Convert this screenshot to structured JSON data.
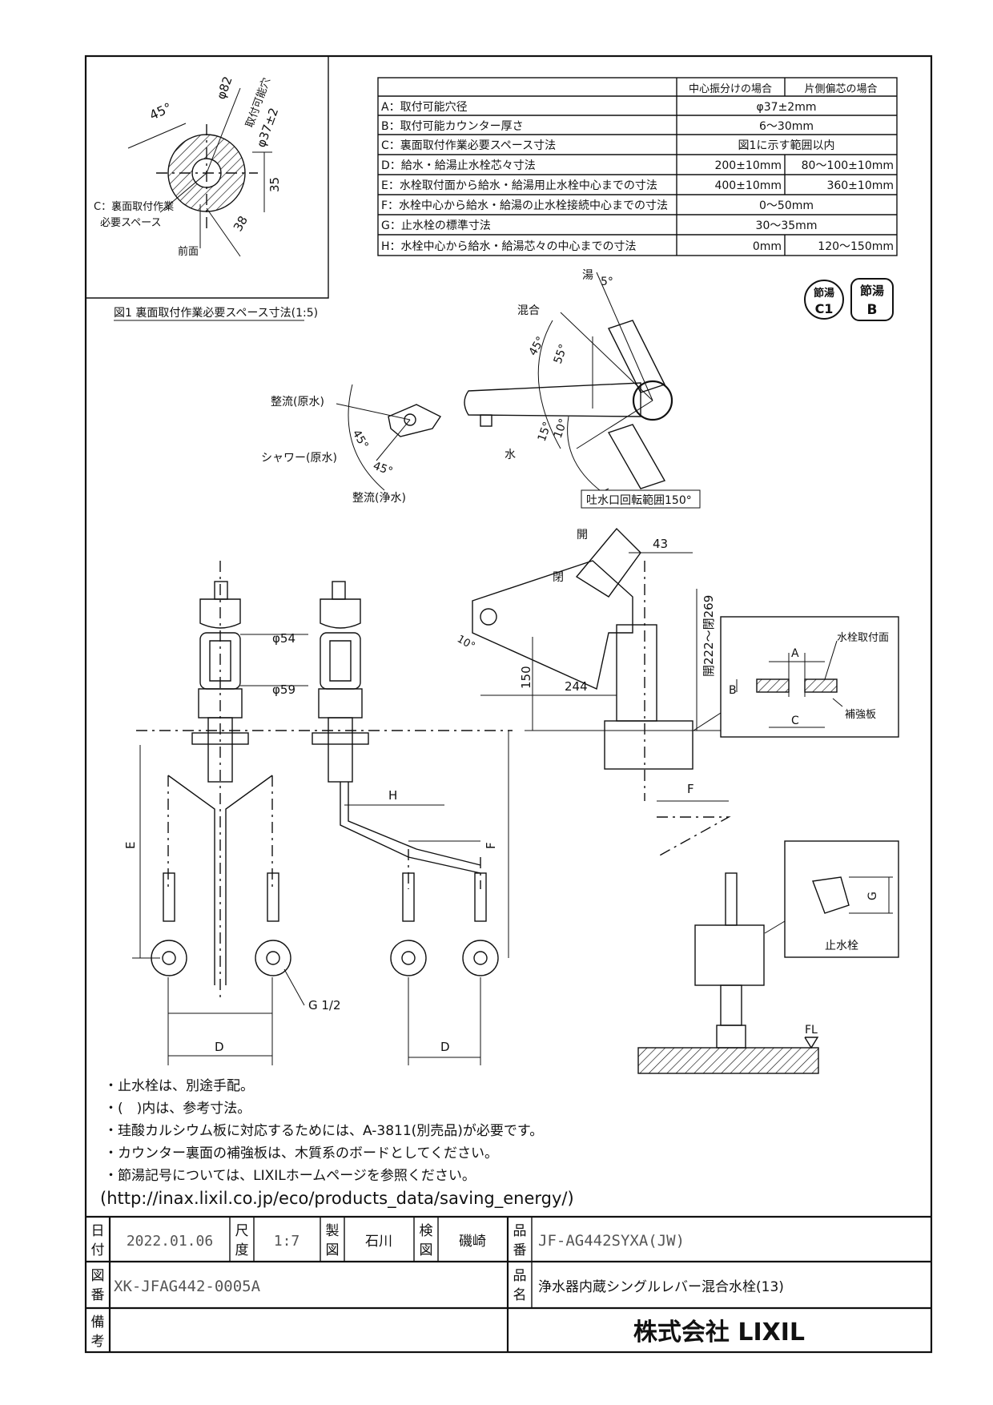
{
  "spec_table": {
    "col_headers": [
      "中心振分けの場合",
      "片側偏芯の場合"
    ],
    "rows": [
      {
        "label": "A：取付可能穴径",
        "center": "φ37±2mm",
        "offset": ""
      },
      {
        "label": "B：取付可能カウンター厚さ",
        "center": "6～30mm",
        "offset": ""
      },
      {
        "label": "C：裏面取付作業必要スペース寸法",
        "center": "図1に示す範囲以内",
        "offset": ""
      },
      {
        "label": "D：給水・給湯止水栓芯々寸法",
        "center": "200±10mm",
        "offset": "80～100±10mm"
      },
      {
        "label": "E：水栓取付面から給水・給湯用止水栓中心までの寸法",
        "center": "400±10mm",
        "offset": "360±10mm"
      },
      {
        "label": "F：水栓中心から給水・給湯の止水栓接続中心までの寸法",
        "center": "0～50mm",
        "offset": ""
      },
      {
        "label": "G：止水栓の標準寸法",
        "center": "30～35mm",
        "offset": ""
      },
      {
        "label": "H：水栓中心から給水・給湯芯々の中心までの寸法",
        "center": "0mm",
        "offset": "120～150mm"
      }
    ]
  },
  "figure1": {
    "caption": "図1 裏面取付作業必要スペース寸法(1:5)",
    "angle": "45°",
    "dia_outer": "φ82",
    "hole_label": "取付可能穴",
    "dia_hole": "φ37±2",
    "dim_35": "35",
    "dim_38": "38",
    "space_label_1": "C：裏面取付作業",
    "space_label_2": "必要スペース",
    "front_label": "前面"
  },
  "badges": [
    {
      "line1": "節湯",
      "line2": "C1"
    },
    {
      "line1": "節湯",
      "line2": "B"
    }
  ],
  "top_view": {
    "yu": "湯",
    "yu_angle": "5°",
    "mix": "混合",
    "a45": "45°",
    "a55": "55°",
    "a15": "15°",
    "a10": "10°",
    "water": "水",
    "rotation": "吐水口回転範囲150°"
  },
  "spray_view": {
    "seiryu_gen": "整流(原水)",
    "shower": "シャワー(原水)",
    "seiryu_jo": "整流(浄水)",
    "a45a": "45°",
    "a45b": "45°"
  },
  "front_view": {
    "open": "開",
    "closed": "閉",
    "dim_43": "43",
    "height": "開222～閉269",
    "dim_150": "150",
    "dim_244": "244",
    "angle_10": "10°",
    "dia_54": "φ54",
    "dia_59": "φ59",
    "E": "E",
    "F": "F",
    "H": "H",
    "D1": "D",
    "D2": "D",
    "F2": "F",
    "G12": "G 1/2"
  },
  "detail_counter": {
    "A": "A",
    "B": "B",
    "C": "C",
    "mount_surface": "水栓取付面",
    "reinforcement": "補強板"
  },
  "detail_valve": {
    "G": "G",
    "label": "止水栓"
  },
  "fl_label": "FL",
  "notes": [
    "・止水栓は、別途手配。",
    "・(　)内は、参考寸法。",
    "・珪酸カルシウム板に対応するためには、A-3811(別売品)が必要です。",
    "・カウンター裏面の補強板は、木質系のボードとしてください。",
    "・節湯記号については、LIXILホームページを参照ください。",
    "(http://inax.lixil.co.jp/eco/products_data/saving_energy/)"
  ],
  "title_block": {
    "date_label": [
      "日",
      "付"
    ],
    "date": "2022.01.06",
    "scale_label": [
      "尺",
      "度"
    ],
    "scale": "1:7",
    "drawn_label": [
      "製",
      "図"
    ],
    "drawn": "石川",
    "checked_label": [
      "検",
      "図"
    ],
    "checked": "磯崎",
    "product_no_label": [
      "品",
      "番"
    ],
    "product_no": "JF-AG442SYXA(JW)",
    "drawing_no_label": [
      "図",
      "番"
    ],
    "drawing_no": "XK-JFAG442-0005A",
    "product_name_label": [
      "品",
      "名"
    ],
    "product_name": "浄水器内蔵シングルレバー混合水栓(13)",
    "remarks_label": [
      "備",
      "考"
    ],
    "company": "株式会社 LIXIL"
  }
}
